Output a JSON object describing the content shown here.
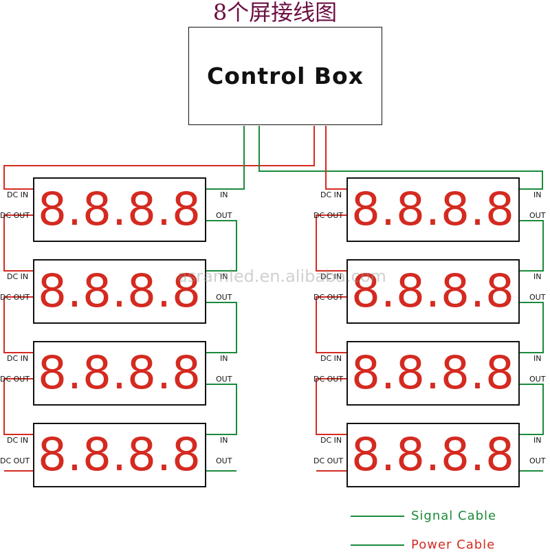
{
  "title": "8个屏接线图",
  "control_box": {
    "label": "Control Box"
  },
  "display_text": "8.8.8.8",
  "ports": {
    "dc_in": "DC IN",
    "dc_out": "DC OUT",
    "in": "IN",
    "out": "OUT"
  },
  "columns": [
    {
      "side": "left",
      "displays": 4
    },
    {
      "side": "right",
      "displays": 4
    }
  ],
  "legend": [
    {
      "label": "Signal Cable",
      "line_color": "#1a8a3a",
      "text_color": "#1a8a3a"
    },
    {
      "label": "Power Cable",
      "line_color": "#1a8a3a",
      "text_color": "#d42a20"
    }
  ],
  "colors": {
    "power": "#d42a20",
    "signal": "#1a8a3a",
    "title": "#6b1043"
  },
  "watermark": "asramled.en.alibaba.com"
}
